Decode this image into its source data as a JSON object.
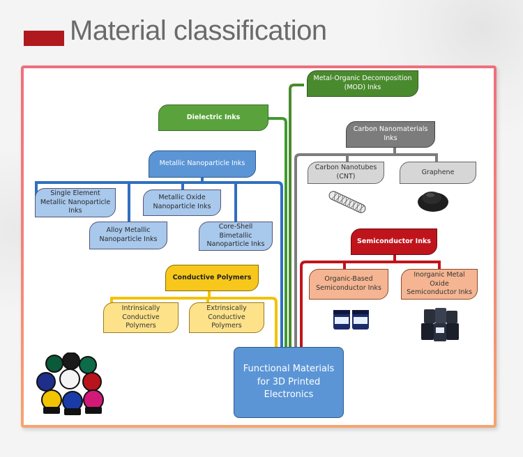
{
  "title": "Material classification",
  "colors": {
    "accent_red": "#b0191e",
    "green": "#5aa33c",
    "blue": "#5b95d6",
    "yellow": "#f7c81b",
    "gray": "#7c7c7c",
    "red": "#c0141c",
    "peach": "#f5b592"
  },
  "root": "Functional Materials for 3D Printed Electronics",
  "dielectric": "Dielectric Inks",
  "mod": "Metal-Organic Decomposition (MOD) Inks",
  "metallic": {
    "label": "Metallic Nanoparticle Inks",
    "children": [
      "Single Element Metallic Nanoparticle Inks",
      "Metallic Oxide Nanoparticle Inks",
      "Alloy Metallic Nanoparticle Inks",
      "Core-Shell Bimetallic Nanoparticle Inks"
    ]
  },
  "conductive": {
    "label": "Conductive Polymers",
    "children": [
      "Intrinsically Conductive Polymers",
      "Extrinsically Conductive Polymers"
    ]
  },
  "carbon": {
    "label": "Carbon Nanomaterials Inks",
    "children": [
      "Carbon Nanotubes (CNT)",
      "Graphene"
    ]
  },
  "semiconductor": {
    "label": "Semiconductor Inks",
    "children": [
      "Organic-Based Semiconductor Inks",
      "Inorganic Metal Oxide Semiconductor Inks"
    ]
  },
  "icons": [
    "nanotube-icon",
    "graphene-powder-icon",
    "organic-ink-jars-icon",
    "inorganic-ink-jars-icon",
    "color-ink-jars-icon"
  ]
}
